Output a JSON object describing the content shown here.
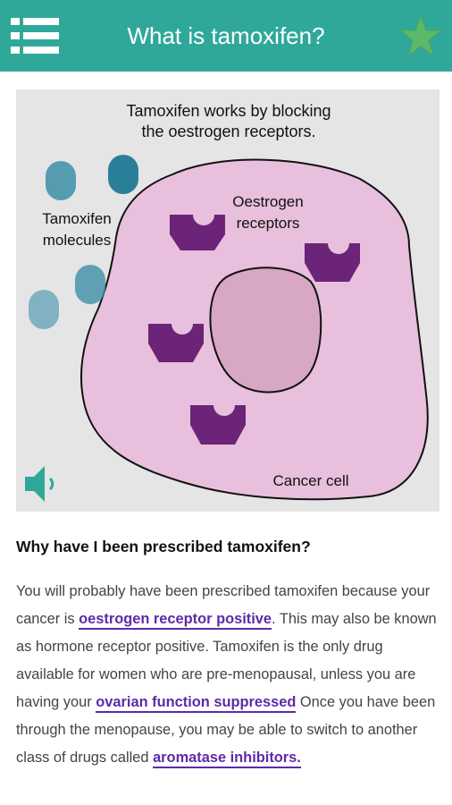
{
  "header": {
    "title": "What is tamoxifen?",
    "menu_icon": "hamburger-menu-icon",
    "favorite_icon": "star-icon",
    "color": "#2fa89a",
    "star_color": "#5cb86a"
  },
  "illustration": {
    "caption_line1": "Tamoxifen works by blocking",
    "caption_line2": "the oestrogen receptors.",
    "molecules_line1": "Tamoxifen",
    "molecules_line2": "molecules",
    "receptors_line1": "Oestrogen",
    "receptors_line2": "receptors",
    "cell_label": "Cancer cell",
    "audio_icon": "speaker-icon",
    "cell_color": "#e8bfdc",
    "receptor_color": "#6b2478",
    "molecule_color": "#3d8fa8"
  },
  "content": {
    "heading": "Why have I been prescribed tamoxifen?",
    "text_1": "You will probably have been prescribed tamoxifen because your cancer is ",
    "link_1": "oestrogen receptor positive",
    "text_2": ". This may also be known as hormone receptor positive. Tamoxifen is the only drug available for women who are pre-menopausal, unless you are having your ",
    "link_2": "ovarian function suppressed",
    "text_3": " Once you have been through the menopause, you may be able to switch to another class of drugs called ",
    "link_3": "aromatase inhibitors."
  }
}
